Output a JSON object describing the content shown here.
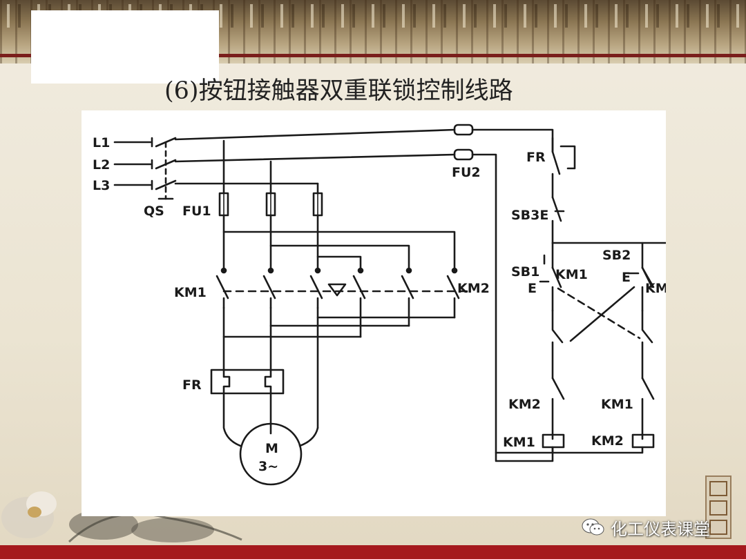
{
  "slide": {
    "title": "(6)按钮接触器双重联锁控制线路",
    "watermark": "化工仪表课堂",
    "colors": {
      "accent_red": "#a5191d",
      "diagram_ink": "#1a1a1a",
      "panel": "#ffffff"
    }
  },
  "diagram": {
    "labels": {
      "L1": "L1",
      "L2": "L2",
      "L3": "L3",
      "QS": "QS",
      "FU1": "FU1",
      "FU2": "FU2",
      "KM1_main": "KM1",
      "KM2_main": "KM2",
      "FR_heater": "FR",
      "FR_contact": "FR",
      "motor_M": "M",
      "motor_3": "3~",
      "SB3": "SB3E",
      "SB1": "SB1",
      "SB2": "SB2",
      "SB1_E": "E",
      "SB2_E": "E",
      "KM1_seal": "KM1",
      "KM2_seal": "KM",
      "KM2_interlock": "KM2",
      "KM1_interlock": "KM1",
      "KM1_coil": "KM1",
      "KM2_coil": "KM2"
    }
  },
  "icons": {
    "wechat": "wechat-icon",
    "seal": "seal-icon",
    "flower": "flower-decoration"
  }
}
